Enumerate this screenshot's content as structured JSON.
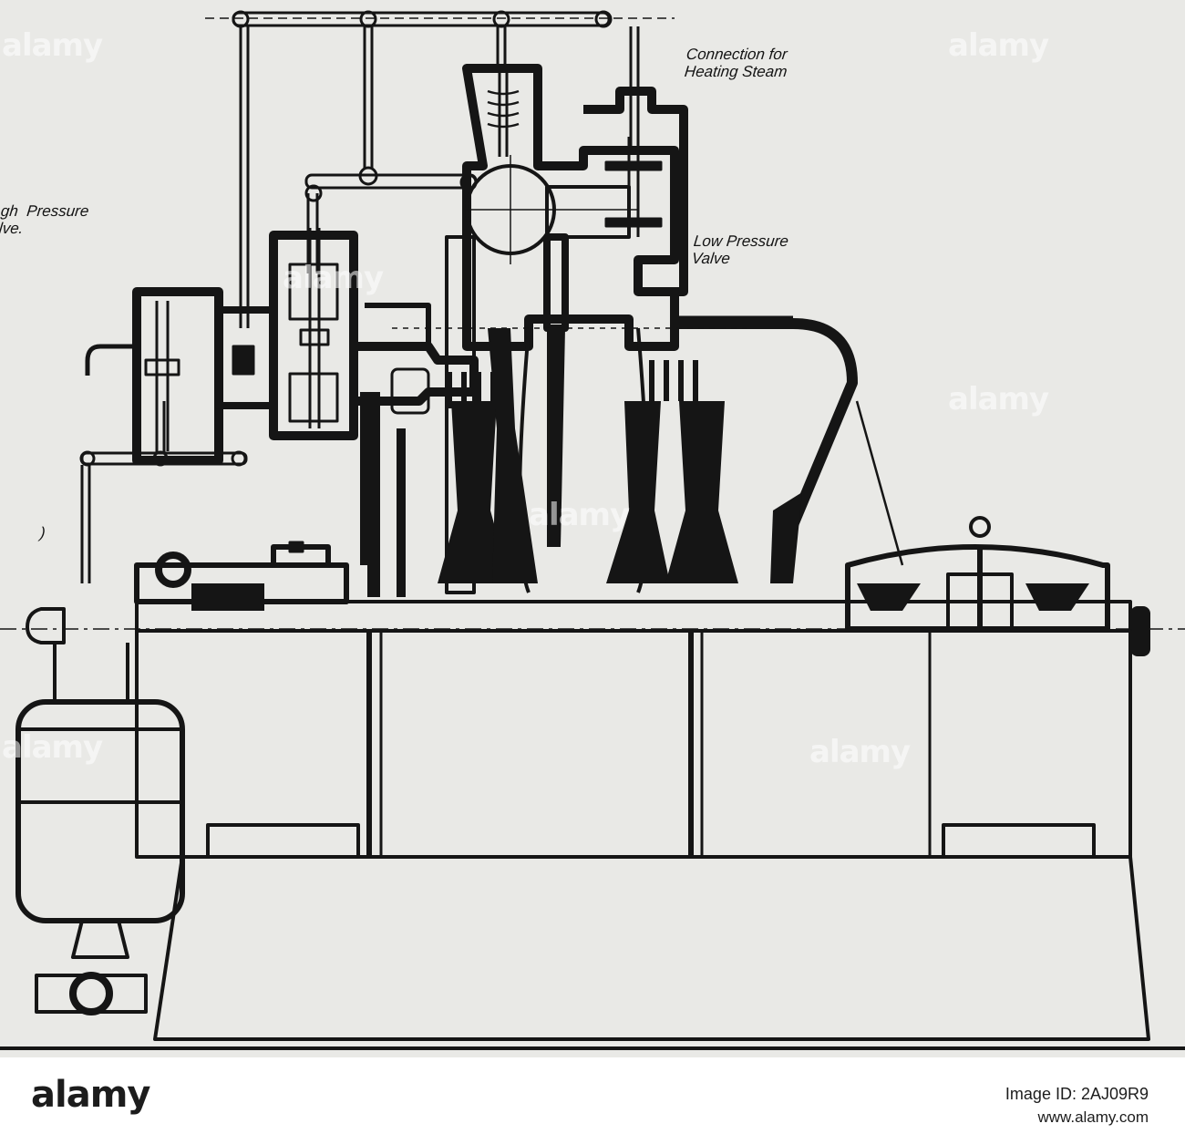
{
  "callouts": {
    "heating_steam": "Connection for\nHeating Steam",
    "high_pressure": "gh  Pressure\nlve.",
    "low_pressure": "Low Pressure\nValve",
    "margin_mark": ")"
  },
  "watermark": "alamy",
  "footer": {
    "logo": "alamy",
    "image_id": "Image ID: 2AJ09R9",
    "url": "www.alamy.com"
  },
  "colors": {
    "paper": "#e9e9e6",
    "ink": "#151515"
  }
}
